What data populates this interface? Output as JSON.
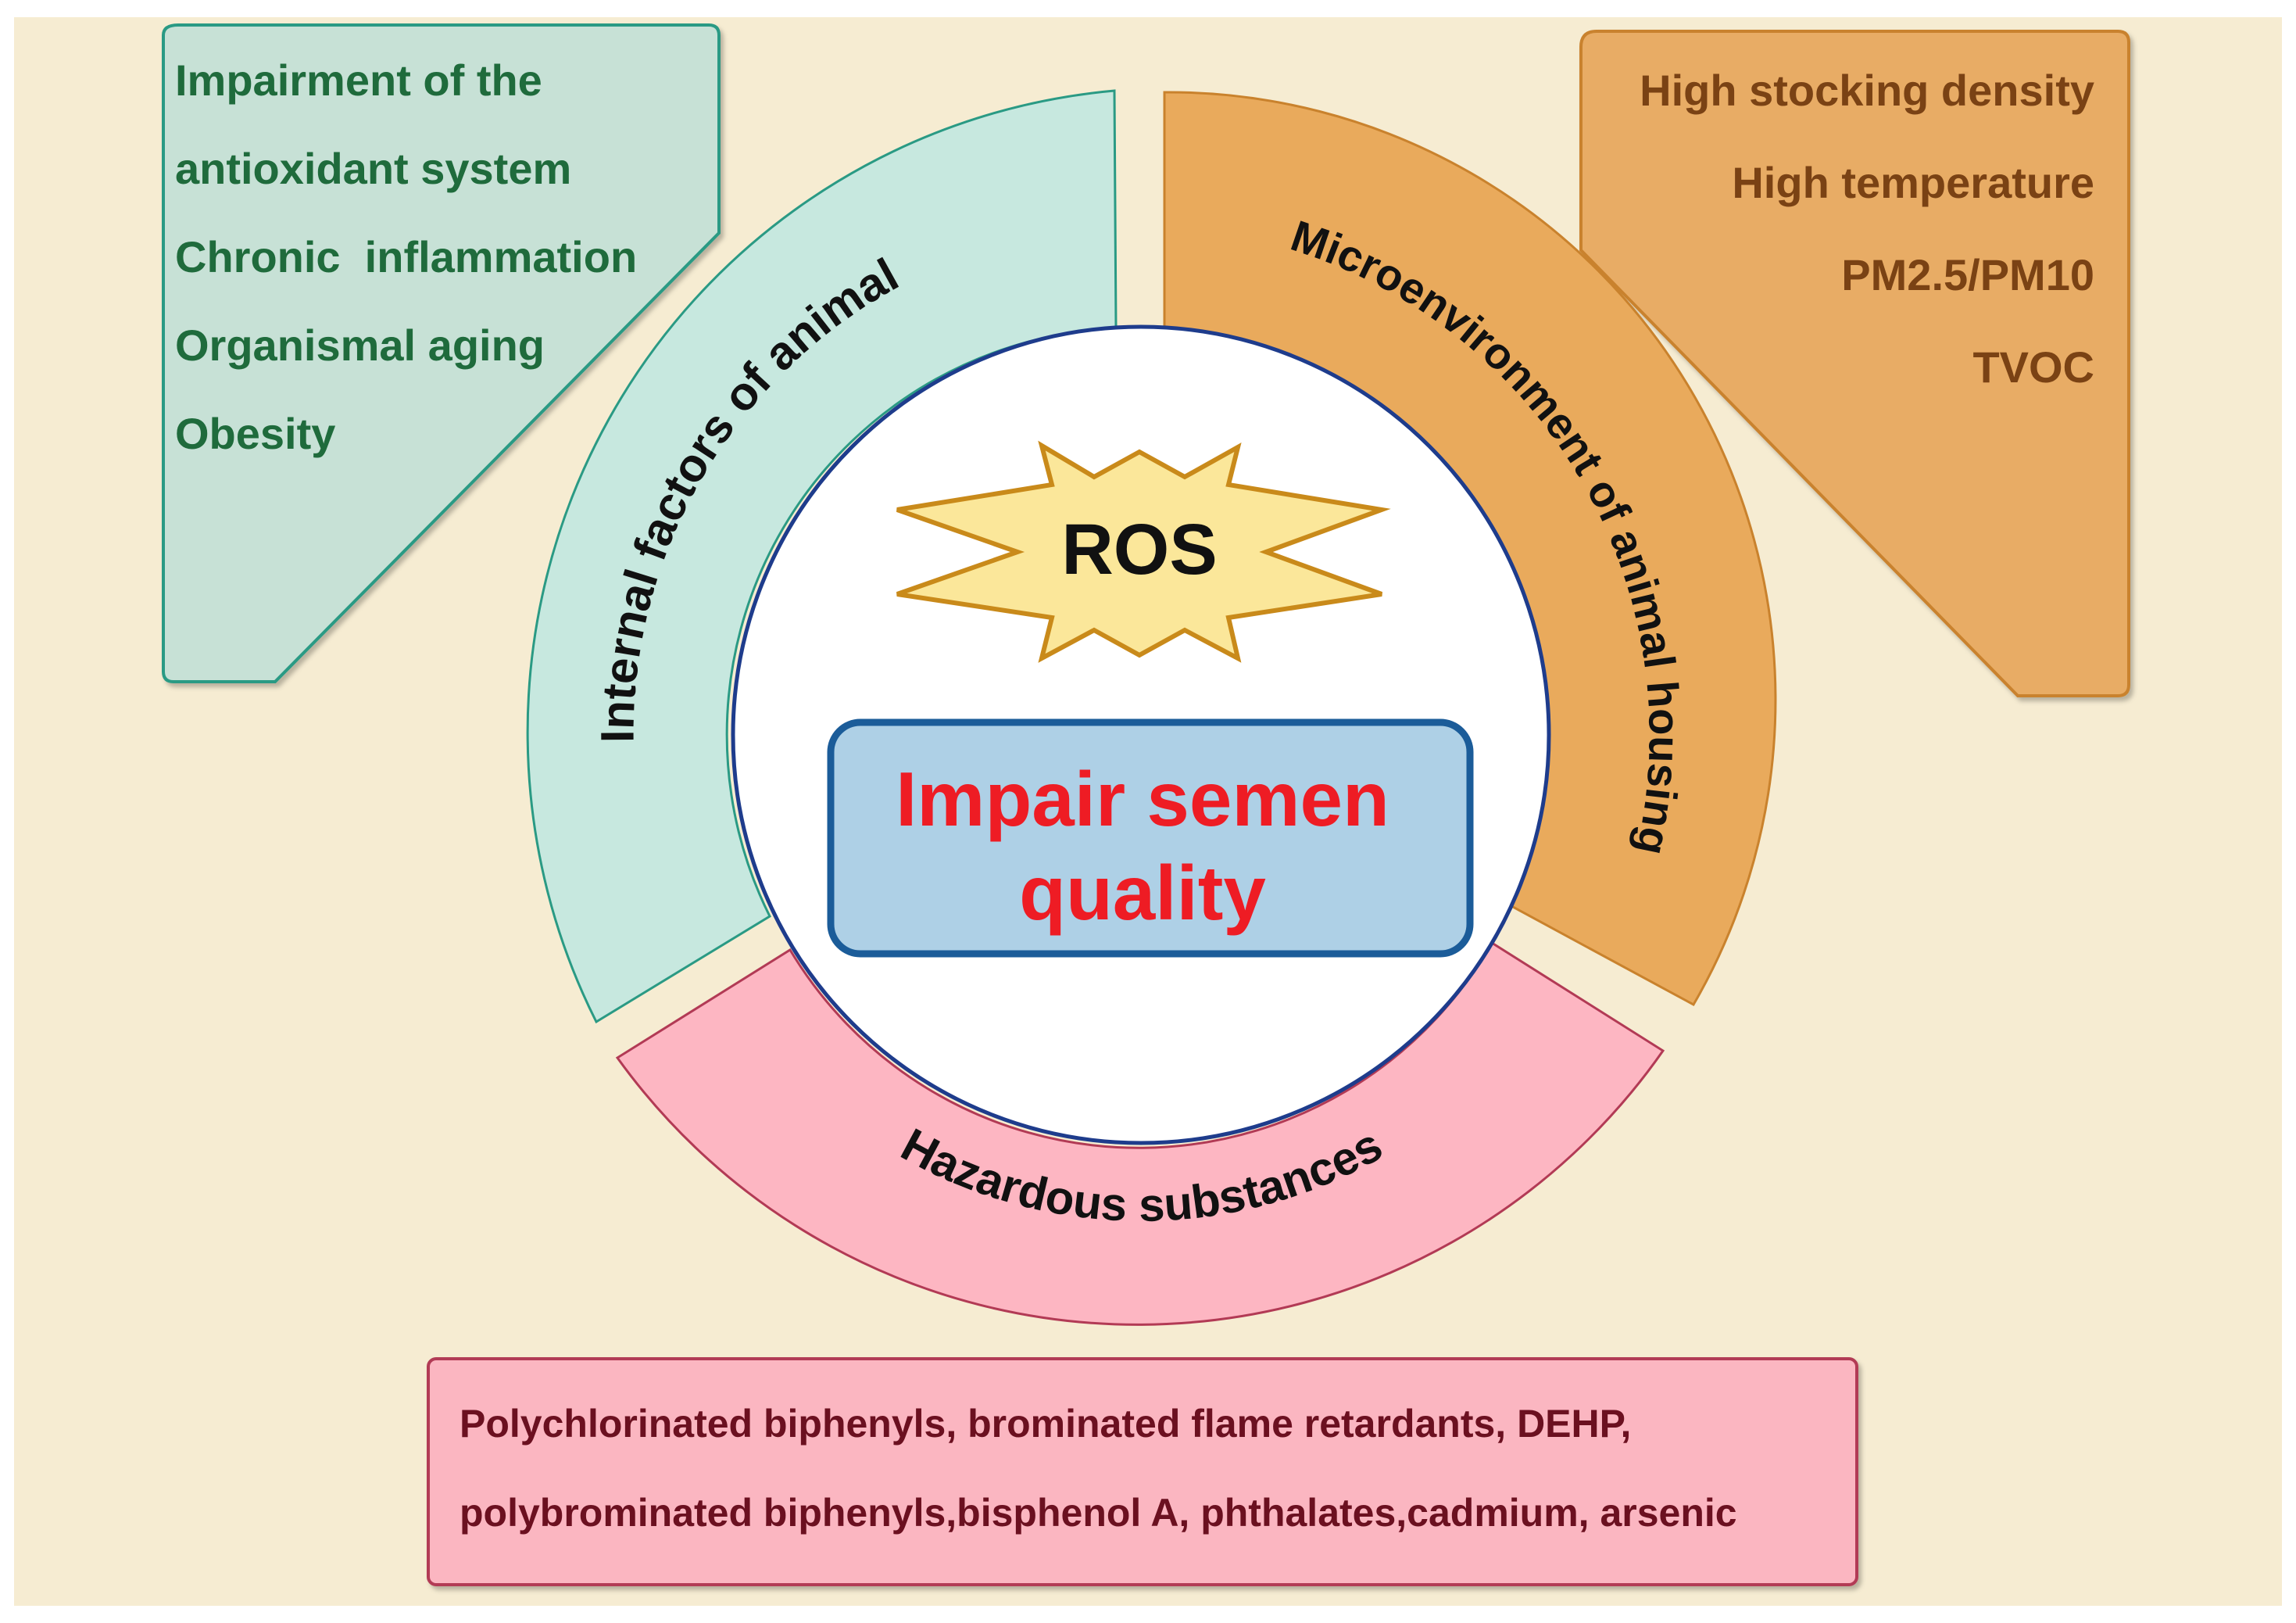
{
  "center": {
    "ros_label": "ROS",
    "outcome_line1": "Impair semen",
    "outcome_line2": "quality"
  },
  "ring": {
    "internal_label": "Internal factors of animal",
    "micro_label": "Microenvironment of animal housing",
    "hazard_label": "Hazardous substances"
  },
  "boxes": {
    "internal_items": [
      "Impairment of the",
      "antioxidant system",
      "Chronic  inflammation",
      "Organismal aging",
      "Obesity"
    ],
    "micro_items": [
      "High stocking density",
      "High temperature",
      "PM2.5/PM10",
      "TVOC"
    ],
    "hazard_lines": [
      "Polychlorinated biphenyls, brominated flame retardants, DEHP,",
      "polybrominated biphenyls,bisphenol A, phthalates,cadmium, arsenic"
    ]
  },
  "colors": {
    "background": "#F6ECD2",
    "internal_fill": "#C7E8DF",
    "internal_stroke": "#2A9A84",
    "internal_text": "#1F6B3C",
    "micro_fill": "#E9AA5C",
    "micro_stroke": "#C9822D",
    "micro_text": "#7A4214",
    "hazard_fill": "#FDB6C2",
    "hazard_stroke": "#B23A55",
    "hazard_text": "#6B1020",
    "star_fill": "#FBE79A",
    "star_stroke": "#C98A1A",
    "outcome_fill": "#AED0E6",
    "outcome_stroke": "#1B5C99",
    "outcome_text": "#EE1C24",
    "circle_stroke": "#1E3C8C"
  }
}
